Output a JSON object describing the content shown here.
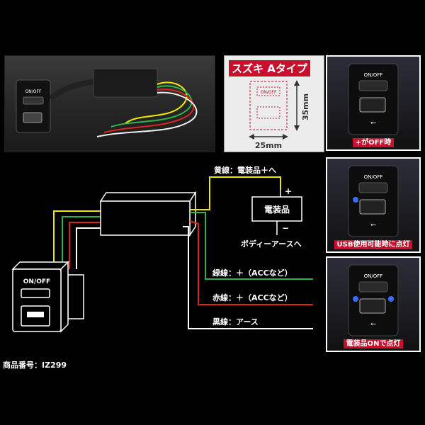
{
  "spec_panel": {
    "title": "スズキ Aタイプ",
    "height_label": "35mm",
    "width_label": "25mm",
    "dim_text": "ON/OFF"
  },
  "photos": {
    "main_switch_label": "ON/OFF",
    "side": [
      {
        "switch_label": "ON/OFF",
        "caption": "+がOFF時"
      },
      {
        "switch_label": "ON/OFF",
        "caption": "USB使用可能時に点灯"
      },
      {
        "switch_label": "ON/OFF",
        "caption": "電装品ONで点灯"
      }
    ]
  },
  "diagram": {
    "switch_label": "ON/OFF",
    "accessory_label": "電装品",
    "plus_sign": "+",
    "minus_sign": "−",
    "yellow_label": "黄線：電装品＋へ",
    "body_ground_label": "ボディーアースへ",
    "green_label": "緑線：＋（ACCなど）",
    "red_label": "赤線：＋（ACCなど）",
    "black_label": "黒線：アース"
  },
  "wire_colors": {
    "yellow": "#f2e600",
    "green": "#2db34a",
    "red": "#d9261c",
    "black": "#ffffff",
    "led_blue": "#3a6bff"
  },
  "product_code": "商品番号：IZ299"
}
